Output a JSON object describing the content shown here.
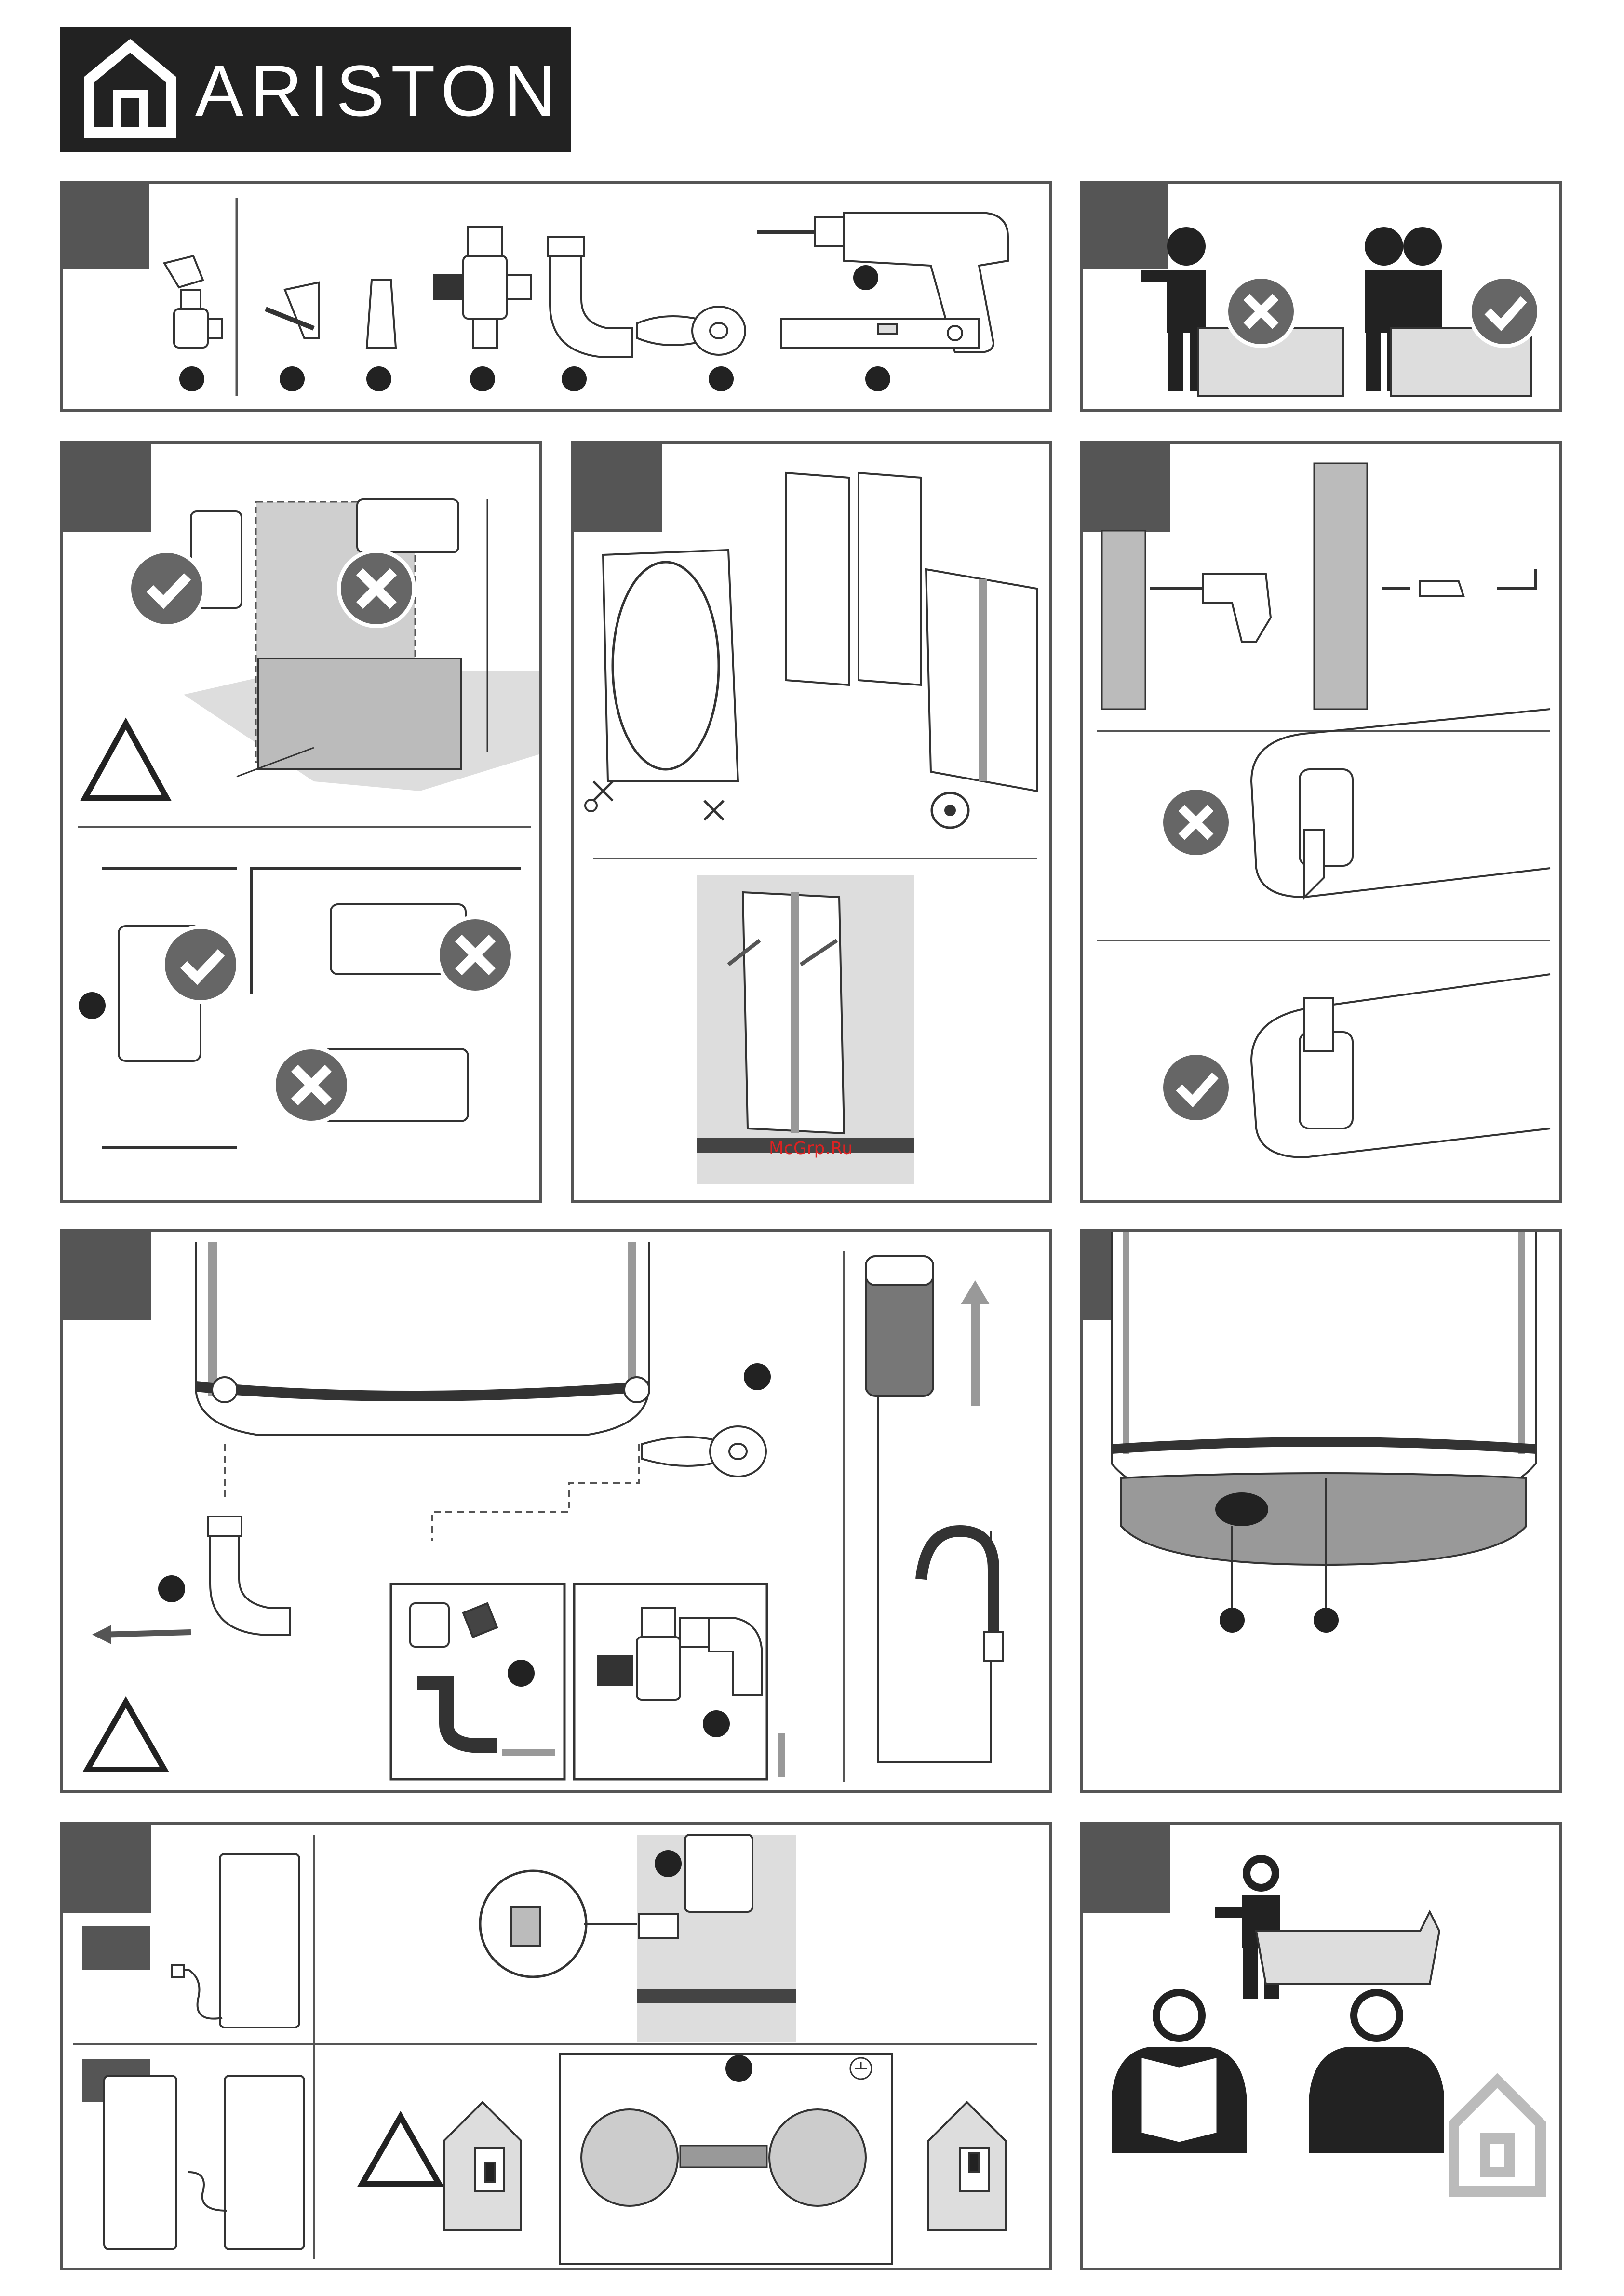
{
  "brand": {
    "name": "ARISTON",
    "logo_icon": "house-icon",
    "background_color": "#222222",
    "text_color": "#ffffff"
  },
  "watermark": {
    "text": "McGrp.Ru",
    "color": "#dd2222"
  },
  "colors": {
    "panel_border": "#555555",
    "tab": "#555555",
    "ok_badge": "#666666",
    "no_badge": "#666666",
    "light_gray": "#d9d9d9"
  },
  "panels": [
    {
      "id": "panel-1",
      "content": "kit-contents",
      "icons": [
        "safety-valve-icon",
        "hook-screw-icon",
        "wall-plug-icon",
        "mixer-valve-icon",
        "elbow-pipe-icon",
        "ptfe-tape-icon",
        "drill-icon",
        "spirit-level-icon"
      ]
    },
    {
      "id": "panel-2",
      "content": "two-person-lift",
      "icons": [
        "confused-person-icon",
        "cross-badge-icon",
        "two-people-icon",
        "check-badge-icon"
      ]
    },
    {
      "id": "panel-3",
      "content": "bathroom-zones",
      "icons": [
        "check-badge-icon",
        "cross-badge-icon",
        "warning-triangle-icon"
      ]
    },
    {
      "id": "panel-4",
      "content": "template-mounting",
      "icons": [
        "scissors-icon",
        "tape-icon",
        "template-sheet-icon"
      ]
    },
    {
      "id": "panel-5",
      "content": "wall-drilling",
      "icons": [
        "drill-icon",
        "wall-plug-icon",
        "cross-badge-icon",
        "check-badge-icon"
      ]
    },
    {
      "id": "panel-6",
      "content": "water-connection",
      "icons": [
        "ptfe-tape-icon",
        "elbow-pipe-icon",
        "safety-valve-icon",
        "warning-triangle-icon",
        "faucet-icon"
      ]
    },
    {
      "id": "panel-7",
      "content": "bottom-cover",
      "icons": []
    },
    {
      "id": "panel-8",
      "content": "electrical-connection",
      "icons": [
        "plug-icon",
        "socket-icon",
        "warning-triangle-icon",
        "house-switch-icon",
        "earth-icon"
      ]
    },
    {
      "id": "panel-9",
      "content": "after-sales",
      "icons": [
        "confused-person-icon",
        "manual-reader-icon",
        "service-person-icon",
        "house-icon"
      ]
    }
  ]
}
